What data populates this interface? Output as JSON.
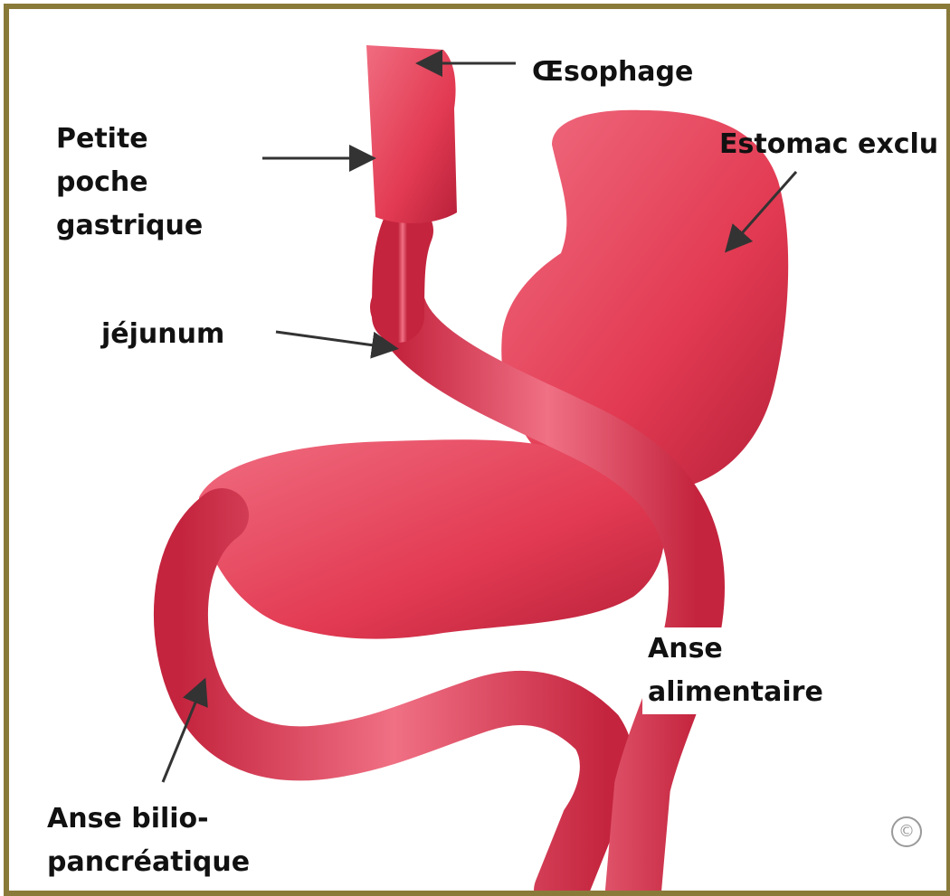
{
  "labels": {
    "oesophage": "Œsophage",
    "petite_poche": [
      "Petite",
      "poche",
      "gastrique"
    ],
    "estomac_exclu": "Estomac exclu",
    "jejunum": "jéjunum",
    "anse_alimentaire": [
      "Anse",
      "alimentaire"
    ],
    "anse_bilio": [
      "Anse bilio-",
      "pancréatique"
    ],
    "copyright": "©"
  },
  "colors": {
    "organ": "#e23a52",
    "organ_dark": "#b8203a",
    "organ_light": "#f06c80",
    "frame": "#8a7a3a",
    "arrow": "#333333"
  }
}
